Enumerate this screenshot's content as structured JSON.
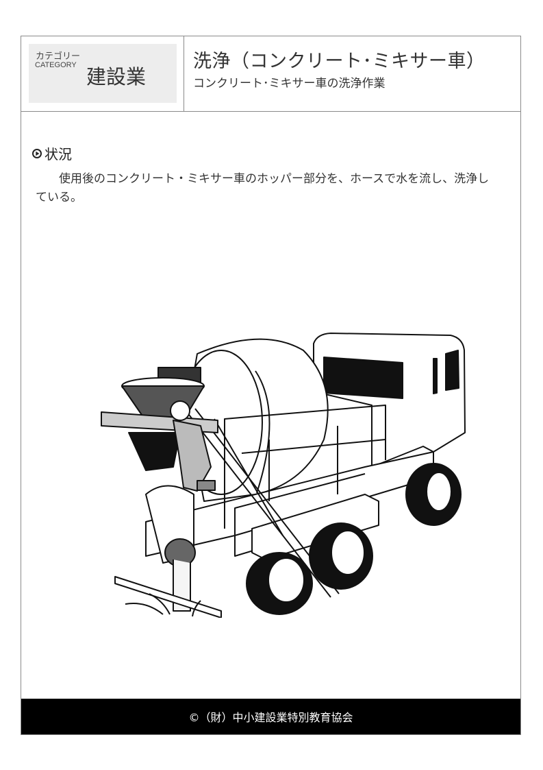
{
  "category": {
    "label_jp": "カテゴリー",
    "label_en": "CATEGORY",
    "value": "建設業"
  },
  "header": {
    "title": "洗浄（コンクリート･ミキサー車）",
    "subtitle": "コンクリート･ミキサー車の洗浄作業"
  },
  "situation": {
    "heading": "状況",
    "bullet_icon": "play-circle-icon",
    "description": "使用後のコンクリート・ミキサー車のホッパー部分を、ホースで水を流し、洗浄している。"
  },
  "illustration": {
    "subject": "worker-washing-concrete-mixer-truck-hopper"
  },
  "footer": {
    "copyright": "©（財）中小建設業特別教育協会"
  },
  "colors": {
    "border": "#8a8a8a",
    "category_bg": "#ededed",
    "footer_bg": "#000000",
    "footer_text": "#ffffff"
  }
}
